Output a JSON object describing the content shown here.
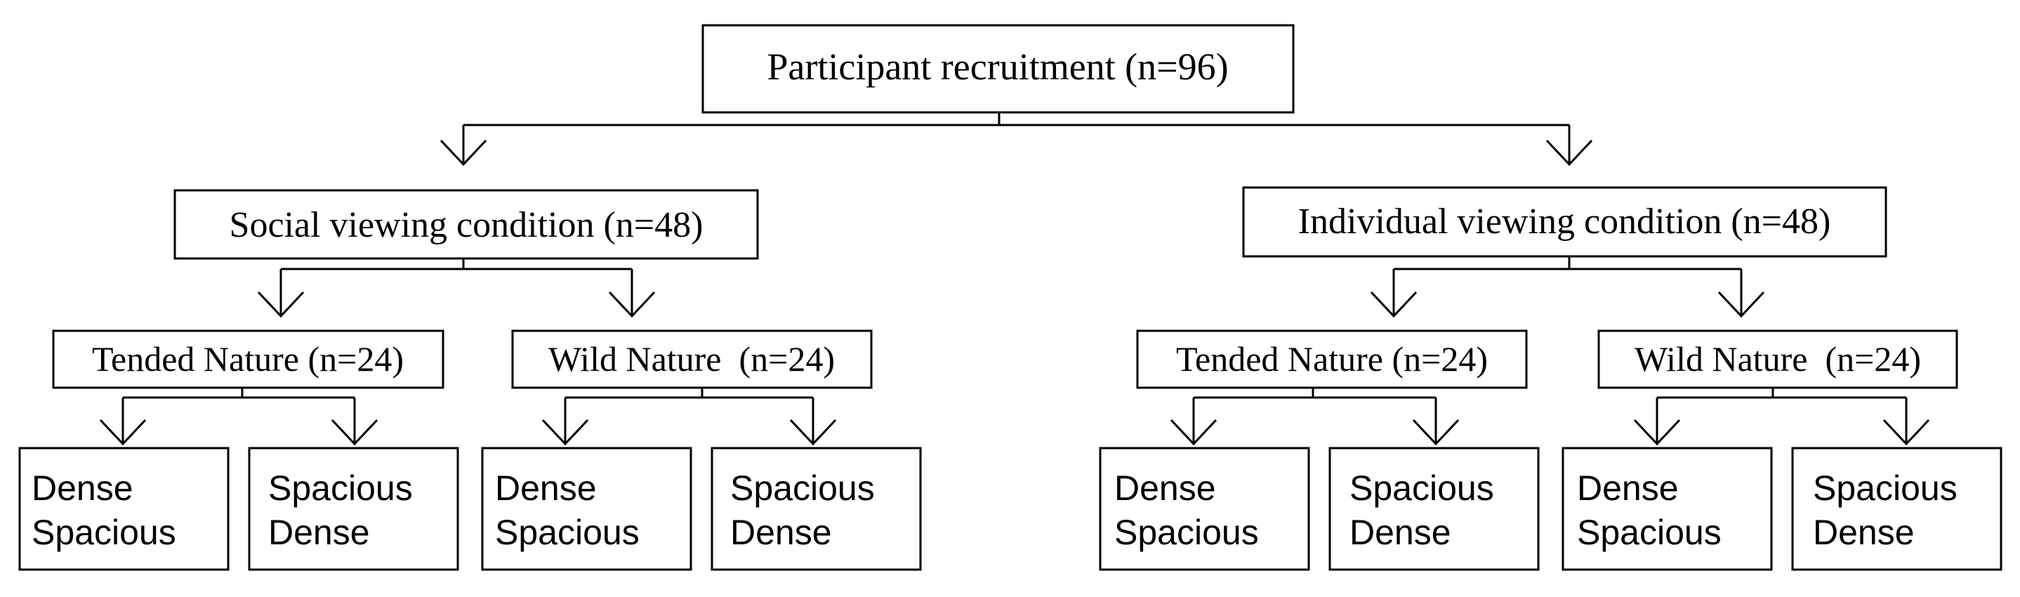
{
  "recruitment": {
    "label": "Participant recruitment (n=96)"
  },
  "conditions": [
    {
      "label": "Social viewing condition (n=48)",
      "natures": [
        {
          "label": "Tended Nature (n=24)",
          "orders": [
            [
              "Dense",
              "Spacious"
            ],
            [
              "Spacious",
              "Dense"
            ]
          ]
        },
        {
          "label": "Wild Nature  (n=24)",
          "orders": [
            [
              "Dense",
              "Spacious"
            ],
            [
              "Spacious",
              "Dense"
            ]
          ]
        }
      ]
    },
    {
      "label": "Individual viewing condition (n=48)",
      "natures": [
        {
          "label": "Tended Nature (n=24)",
          "orders": [
            [
              "Dense",
              "Spacious"
            ],
            [
              "Spacious",
              "Dense"
            ]
          ]
        },
        {
          "label": "Wild Nature  (n=24)",
          "orders": [
            [
              "Dense",
              "Spacious"
            ],
            [
              "Spacious",
              "Dense"
            ]
          ]
        }
      ]
    }
  ]
}
